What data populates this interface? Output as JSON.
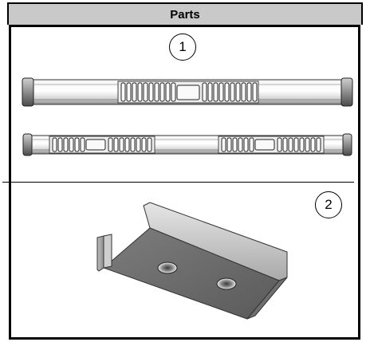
{
  "header": {
    "title": "Parts"
  },
  "callouts": [
    "1",
    "2"
  ]
}
